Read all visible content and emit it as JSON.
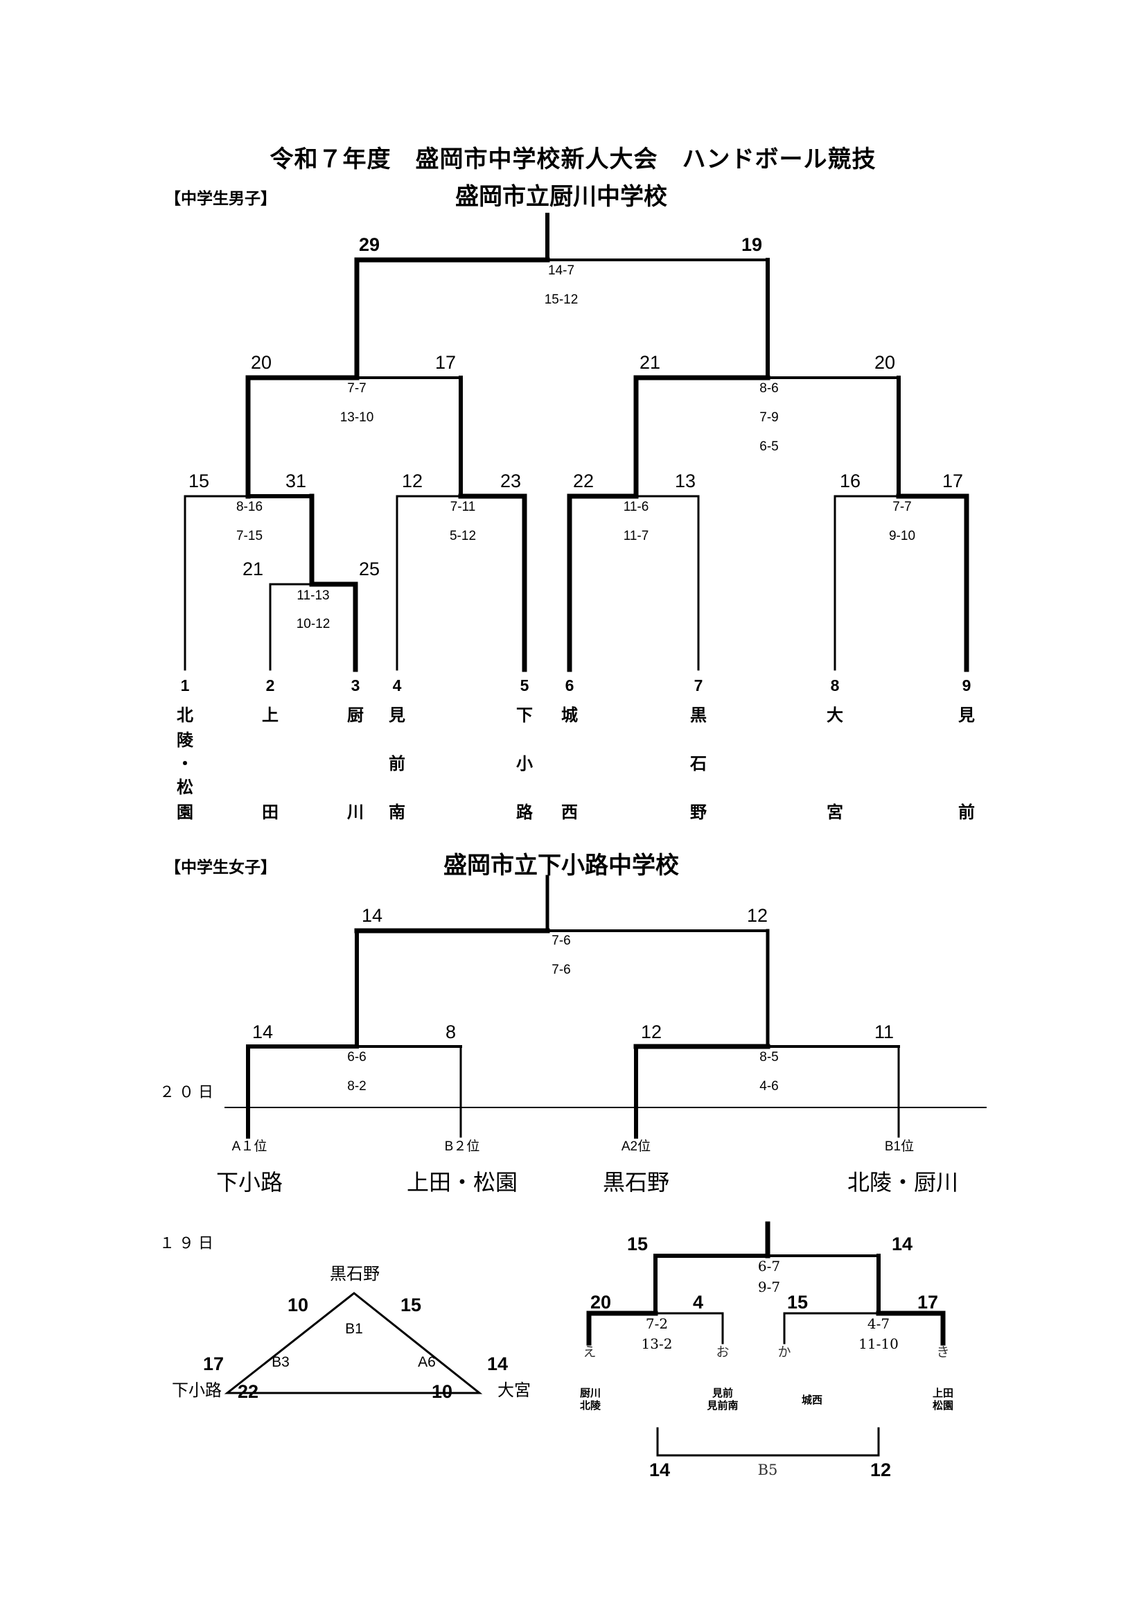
{
  "title": "令和７年度　盛岡市中学校新人大会　ハンドボール競技",
  "boys": {
    "section_label": "【中学生男子】",
    "champion": "盛岡市立厨川中学校",
    "final": {
      "left_score": "29",
      "right_score": "19",
      "halves": [
        "14-7",
        "15-12"
      ]
    },
    "semi_left": {
      "left_score": "20",
      "right_score": "17",
      "halves": [
        "7-7",
        "13-10"
      ]
    },
    "semi_right": {
      "left_score": "21",
      "right_score": "20",
      "halves": [
        "8-6",
        "7-9",
        "6-5"
      ]
    },
    "qf1": {
      "left_score": "15",
      "right_score": "31",
      "halves": [
        "8-16",
        "7-15"
      ]
    },
    "qf2": {
      "left_score": "12",
      "right_score": "23",
      "halves": [
        "7-11",
        "5-12"
      ]
    },
    "qf3": {
      "left_score": "22",
      "right_score": "13",
      "halves": [
        "11-6",
        "11-7"
      ]
    },
    "qf4": {
      "left_score": "16",
      "right_score": "17",
      "halves": [
        "7-7",
        "9-10"
      ]
    },
    "r1": {
      "left_score": "21",
      "right_score": "25",
      "halves": [
        "11-13",
        "10-12"
      ]
    },
    "teams": [
      {
        "seed": "1",
        "name_chars": [
          "北",
          "陵",
          "・",
          "松",
          "園"
        ]
      },
      {
        "seed": "2",
        "name_chars": [
          "上",
          "",
          "",
          "",
          "田"
        ]
      },
      {
        "seed": "3",
        "name_chars": [
          "厨",
          "",
          "",
          "",
          "川"
        ]
      },
      {
        "seed": "4",
        "name_chars": [
          "見",
          "",
          "前",
          "",
          "南"
        ]
      },
      {
        "seed": "5",
        "name_chars": [
          "下",
          "",
          "小",
          "",
          "路"
        ]
      },
      {
        "seed": "6",
        "name_chars": [
          "城",
          "",
          "",
          "",
          "西"
        ]
      },
      {
        "seed": "7",
        "name_chars": [
          "黒",
          "",
          "石",
          "",
          "野"
        ]
      },
      {
        "seed": "8",
        "name_chars": [
          "大",
          "",
          "",
          "",
          "宮"
        ]
      },
      {
        "seed": "9",
        "name_chars": [
          "見",
          "",
          "",
          "",
          "前"
        ]
      }
    ]
  },
  "girls": {
    "section_label": "【中学生女子】",
    "champion": "盛岡市立下小路中学校",
    "final": {
      "left_score": "14",
      "right_score": "12",
      "halves": [
        "7-6",
        "7-6"
      ]
    },
    "semi_left": {
      "left_score": "14",
      "right_score": "8",
      "halves": [
        "6-6",
        "8-2"
      ]
    },
    "semi_right": {
      "left_score": "12",
      "right_score": "11",
      "halves": [
        "8-5",
        "4-6"
      ]
    },
    "day20_label": "２０日",
    "slots": [
      {
        "rank": "A１位",
        "team": "下小路"
      },
      {
        "rank": "B２位",
        "team": "上田・松園"
      },
      {
        "rank": "A2位",
        "team": "黒石野"
      },
      {
        "rank": "B1位",
        "team": "北陵・厨川"
      }
    ],
    "day19_label": "１９日",
    "league": {
      "top_team": "黒石野",
      "left_team": "下小路",
      "right_team": "大宮",
      "top_left_score": "10",
      "top_right_score": "15",
      "left_top_score": "17",
      "left_bottom_score": "22",
      "right_top_score": "14",
      "right_bottom_score": "10",
      "match_labels": {
        "top": "B1",
        "left": "B3",
        "right": "A6"
      }
    },
    "mini_bracket": {
      "final": {
        "left_score": "15",
        "right_score": "14",
        "halves": [
          "6-7",
          "9-7"
        ]
      },
      "left": {
        "left_score": "20",
        "right_score": "4",
        "halves": [
          "7-2",
          "13-2"
        ]
      },
      "right": {
        "left_score": "15",
        "right_score": "17",
        "halves": [
          "4-7",
          "11-10"
        ]
      },
      "slots": [
        "え",
        "お",
        "か",
        "き"
      ],
      "teams": [
        {
          "lines": [
            "厨川",
            "北陵"
          ]
        },
        {
          "lines": [
            "見前",
            "見前南"
          ]
        },
        {
          "lines": [
            "城西"
          ]
        },
        {
          "lines": [
            "上田",
            "松園"
          ]
        }
      ],
      "placement": {
        "left_score": "14",
        "right_score": "12",
        "label": "B5"
      }
    }
  }
}
